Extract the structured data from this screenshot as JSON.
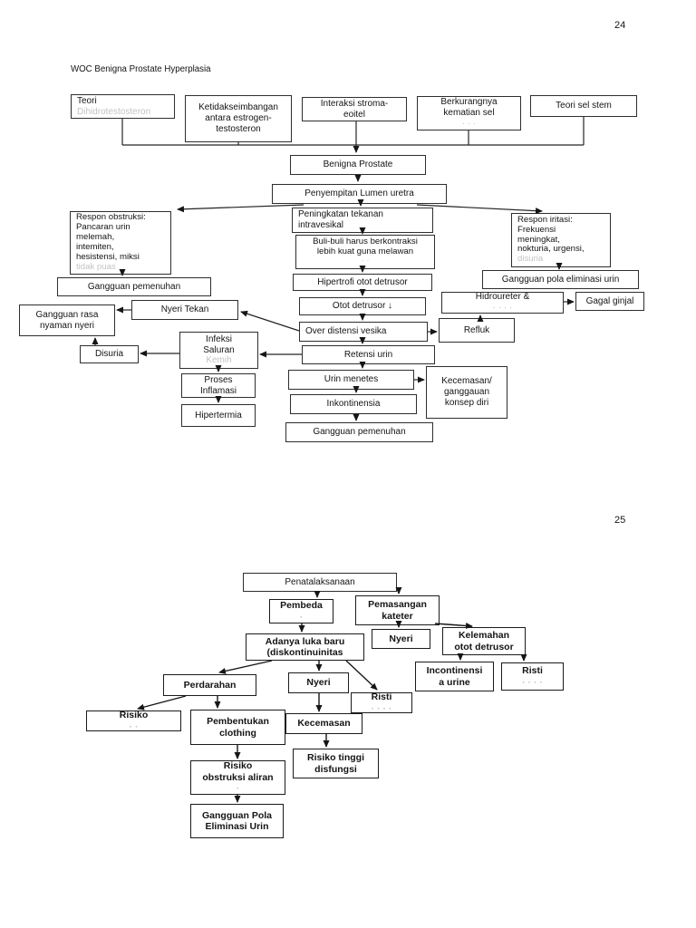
{
  "document": {
    "page24": {
      "page_number": "24",
      "title": "WOC Benigna Prostate Hyperplasia",
      "nodes": {
        "teori": {
          "label": "Teori",
          "faded": "Dihidrotestosteron"
        },
        "ketidakseimbangan": {
          "label": "Ketidakseimbangan\nantara estrogen-\ntestosteron"
        },
        "interaksi": {
          "label": "Interaksi stroma-\neoitel"
        },
        "berkurangnya": {
          "label": "Berkurangnya\nkematian sel",
          "faded": "· · ·"
        },
        "teori_sel_stem": {
          "label": "Teori sel stem"
        },
        "benigna_prostate": {
          "label": "Benigna Prostate"
        },
        "penyempitan": {
          "label": "Penyempitan Lumen uretra"
        },
        "respon_obstruksi": {
          "label": "Respon obstruksi:\nPancaran urin\nmelemah,\nintemiten,\nhesistensi, miksi",
          "faded": "tidak puas"
        },
        "peningkatan": {
          "label": "Peningkatan tekanan\nintravesikal"
        },
        "buli_buli": {
          "label": "Buli-buli harus berkontraksi\nlebih kuat guna melawan",
          "faded": "· ·"
        },
        "respon_iritasi": {
          "label": "Respon iritasi:\nFrekuensi\nmeningkat,\nnokturia, urgensi,",
          "faded": "disuria"
        },
        "gangguan_pola_eliminasi": {
          "label": "Gangguan pola eliminasi urin"
        },
        "hipertrofi": {
          "label": "Hipertrofi otot detrusor"
        },
        "otot_detrusor": {
          "label": "Otot detrusor ↓"
        },
        "hidroureter": {
          "label": "Hidroureter &",
          "faded": "· · · ·"
        },
        "gagal_ginjal": {
          "label": "Gagal ginjal"
        },
        "over_distensi": {
          "label": "Over distensi vesika"
        },
        "refluk": {
          "label": "Refluk"
        },
        "gangguan_pemenuhan_atas": {
          "label": "Gangguan pemenuhan"
        },
        "nyeri_tekan": {
          "label": "Nyeri Tekan",
          "faded": "· · · ·"
        },
        "gangguan_rasa_nyaman": {
          "label": "Gangguan rasa\nnyaman nyeri"
        },
        "disuria": {
          "label": "Disuria"
        },
        "infeksi_saluran": {
          "label": "Infeksi\nSaluran",
          "faded": "Kemih"
        },
        "retensi_urin": {
          "label": "Retensi urin"
        },
        "proses_inflamasi": {
          "label": "Proses\nInflamasi"
        },
        "hipertermia": {
          "label": "Hipertermia"
        },
        "urin_menetes": {
          "label": "Urin menetes"
        },
        "inkontinensia": {
          "label": "Inkontinensia"
        },
        "gangguan_pemenuhan_bawah": {
          "label": "Gangguan pemenuhan"
        },
        "kecemasan_konsep_diri": {
          "label": "Kecemasan/\nganggauan\nkonsep diri"
        }
      }
    },
    "page25": {
      "page_number": "25",
      "nodes": {
        "penatalaksanaan": {
          "label": "Penatalaksanaan"
        },
        "pembedahan": {
          "label": "Pembeda",
          "faded": "·"
        },
        "pemasangan_kateter": {
          "label": "Pemasangan\nkateter"
        },
        "adanya_luka": {
          "label": "Adanya luka baru\n(diskontinuinitas"
        },
        "nyeri_kateter": {
          "label": "Nyeri"
        },
        "kelemahan_otot": {
          "label": "Kelemahan\notot detrusor"
        },
        "incontinensia_urine": {
          "label": "Incontinensi\na urine"
        },
        "risti_kanan": {
          "label": "Risti",
          "faded": "· · · ·"
        },
        "perdarahan": {
          "label": "Perdarahan"
        },
        "nyeri_tengah": {
          "label": "Nyeri"
        },
        "risti_tengah": {
          "label": "Risti",
          "faded": "· · · ·"
        },
        "risiko_kiri": {
          "label": "Risiko",
          "faded": "· ·"
        },
        "pembentukan_clothing": {
          "label": "Pembentukan\nclothing"
        },
        "kecemasan": {
          "label": "Kecemasan"
        },
        "risiko_tinggi": {
          "label": "Risiko tinggi\ndisfungsi"
        },
        "risiko_obstruksi": {
          "label": "Risiko\nobstruksi aliran",
          "faded": "·"
        },
        "gangguan_pola_eliminasi": {
          "label": "Gangguan Pola\nEliminasi Urin"
        }
      }
    }
  }
}
